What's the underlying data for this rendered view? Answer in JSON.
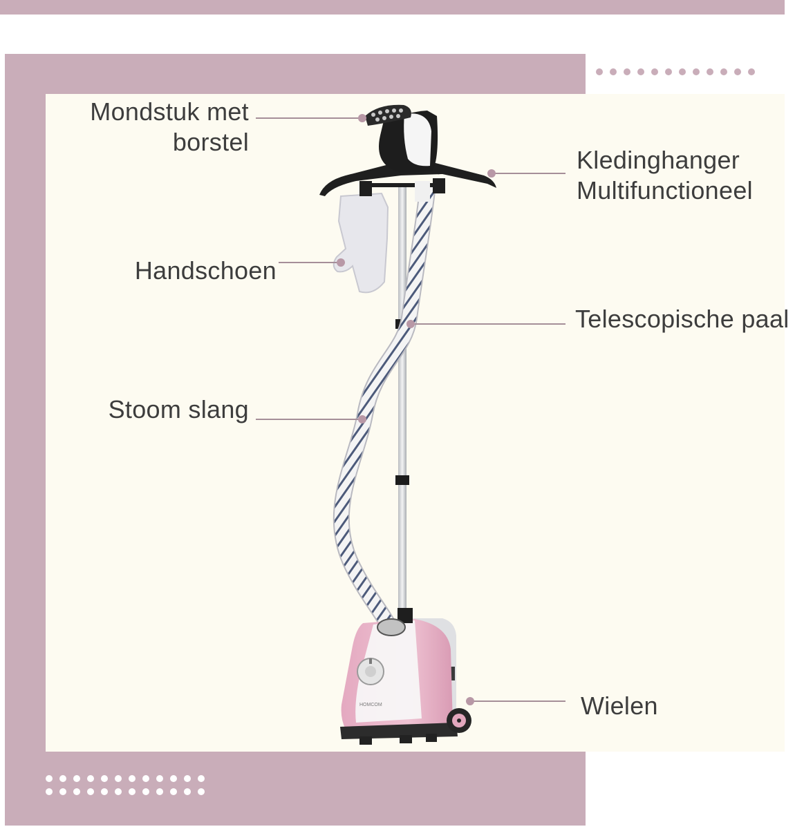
{
  "colors": {
    "accent": "#c9adb9",
    "panel": "#fdfbf1",
    "leader": "#a58e98",
    "text": "#3d3d3d",
    "body_pink": "#e8b9cb"
  },
  "labels": {
    "mondstuk": "Mondstuk met\nborstel",
    "kledinghanger": "Kledinghanger\nMultifunctioneel",
    "handschoen": "Handschoen",
    "paal": "Telescopische paal",
    "slang": "Stoom slang",
    "wielen": "Wielen"
  },
  "product": {
    "brand_mark": "HOMCOM"
  }
}
